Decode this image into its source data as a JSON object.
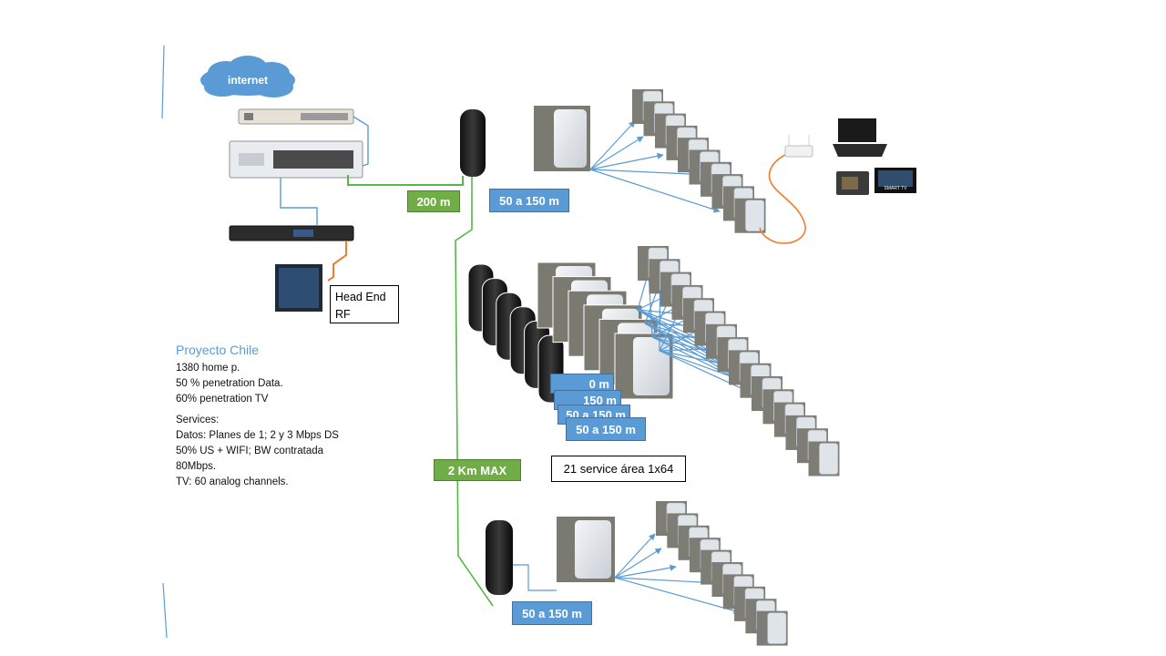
{
  "cloud_label": "internet",
  "distance_labels": {
    "feeder": "200 m",
    "max_distance": "2 Km MAX",
    "drop_top": "50 a 150 m",
    "drop_middle": "50 a 150 m",
    "drop_middle_partial": [
      "0 m",
      "150 m",
      "50 a 150 m"
    ],
    "drop_bottom": "50 a 150 m"
  },
  "head_end": {
    "line1": "Head End",
    "line2": "RF"
  },
  "service_area": "21 service área 1x64",
  "project": {
    "title": "Proyecto Chile",
    "stats": [
      "1380 home p.",
      "50 % penetration Data.",
      "60% penetration TV"
    ],
    "services_heading": "Services:",
    "services": [
      "Datos: Planes de 1; 2 y 3 Mbps DS",
      "50% US + WIFI; BW contratada",
      "80Mbps.",
      "TV: 60 analog channels."
    ]
  },
  "tv_brand_text": "SMART TV",
  "colors": {
    "fiber_green": "#54b948",
    "drop_blue": "#5b9bd5",
    "coax_orange": "#ed7d31",
    "cloud_blue": "#5b9bd5",
    "label_green": "#70ad47",
    "label_blue": "#5b9bd5"
  }
}
